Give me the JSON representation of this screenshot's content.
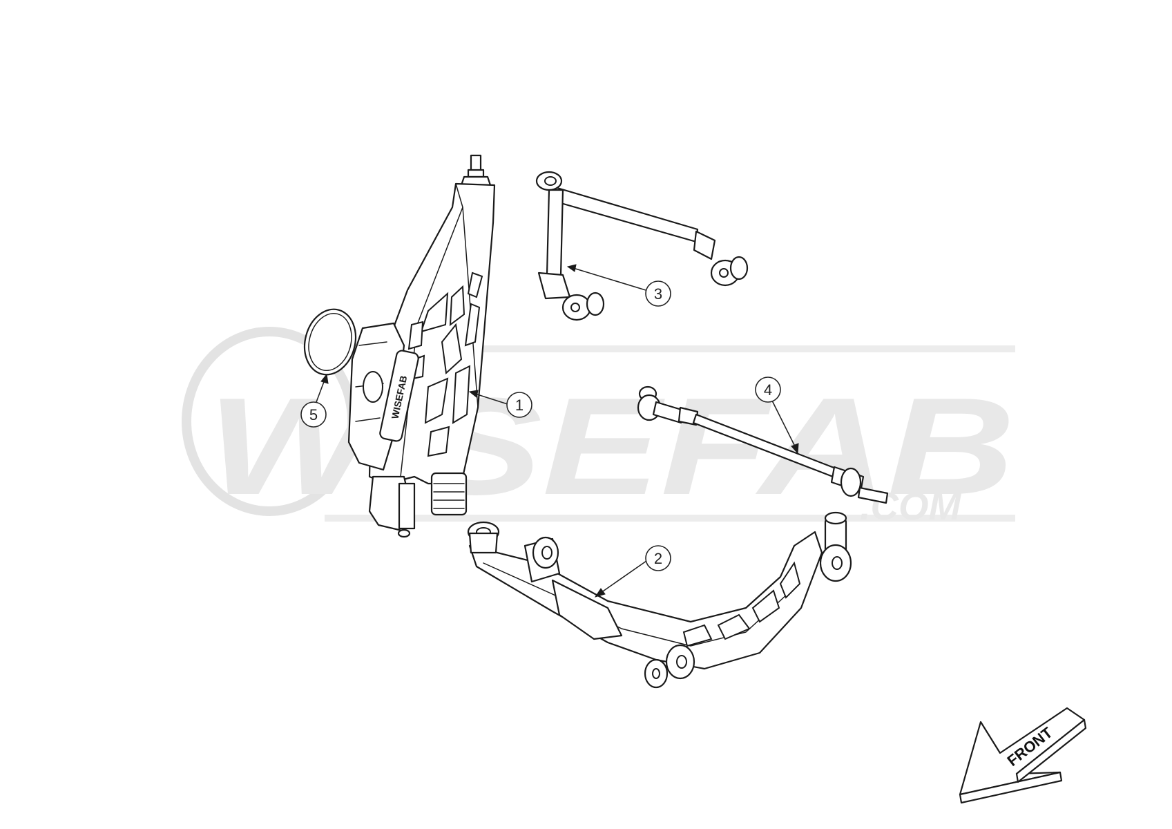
{
  "watermark": {
    "brand": "WISEFAB",
    "suffix": ".COM",
    "color": "#e6e6e6"
  },
  "callouts": [
    {
      "id": "1",
      "label": "1"
    },
    {
      "id": "2",
      "label": "2"
    },
    {
      "id": "3",
      "label": "3"
    },
    {
      "id": "4",
      "label": "4"
    },
    {
      "id": "5",
      "label": "5"
    }
  ],
  "direction_indicator": {
    "label": "FRONT"
  },
  "colors": {
    "line": "#1a1a1a",
    "background": "#ffffff"
  }
}
